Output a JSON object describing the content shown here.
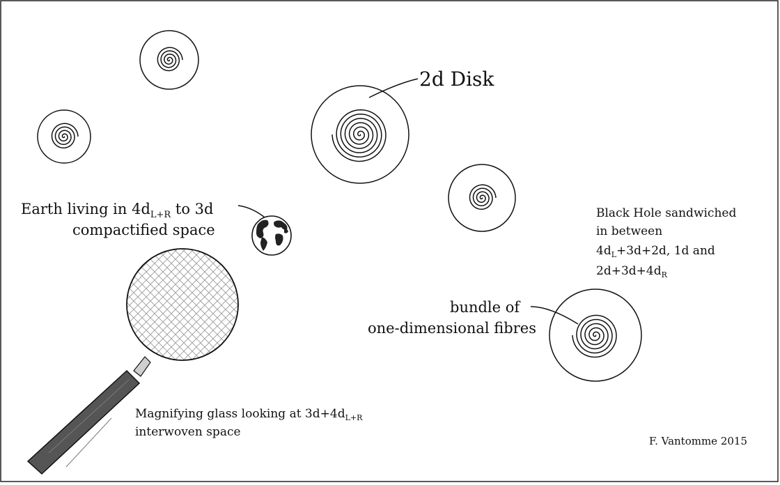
{
  "labels": {
    "disk": "2d Disk",
    "earth_line1_a": "Earth living in 4d",
    "earth_line1_sub": "L+R",
    "earth_line1_b": " to 3d",
    "earth_line2": "compactified space",
    "blackhole_line1": "Black Hole sandwiched",
    "blackhole_line2": "in between",
    "blackhole_line3_a": "4d",
    "blackhole_line3_sub": "L",
    "blackhole_line3_b": "+3d+2d, 1d and",
    "blackhole_line4_a": "2d+3d+4d",
    "blackhole_line4_sub": "R",
    "bundle_line1": "bundle of",
    "bundle_line2": "one-dimensional fibres",
    "magnify_line1_a": "Magnifying glass looking at 3d+4d",
    "magnify_line1_sub": "L+R",
    "magnify_line2": "interwoven space",
    "credit": "F. Vantomme 2015"
  },
  "icons": {
    "globe": "earth-globe-icon",
    "magnifier": "magnifying-glass-icon",
    "spiral": "spiral-disk-icon"
  },
  "colors": {
    "ink": "#111111",
    "handle": "#555555",
    "lens_hatch": "#aaaaaa",
    "shaft": "#cfcfcf"
  }
}
